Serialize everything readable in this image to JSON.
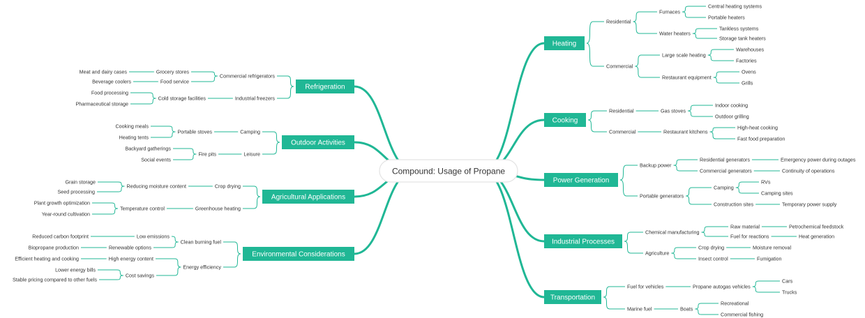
{
  "root": "Compound: Usage of Propane",
  "right": [
    {
      "label": "Heating",
      "children": [
        {
          "label": "Residential",
          "children": [
            {
              "label": "Furnaces",
              "children": [
                {
                  "label": "Central heating systems"
                },
                {
                  "label": "Portable heaters"
                }
              ]
            },
            {
              "label": "Water heaters",
              "children": [
                {
                  "label": "Tankless systems"
                },
                {
                  "label": "Storage tank heaters"
                }
              ]
            }
          ]
        },
        {
          "label": "Commercial",
          "children": [
            {
              "label": "Large scale heating",
              "children": [
                {
                  "label": "Warehouses"
                },
                {
                  "label": "Factories"
                }
              ]
            },
            {
              "label": "Restaurant equipment",
              "children": [
                {
                  "label": "Ovens"
                },
                {
                  "label": "Grills"
                }
              ]
            }
          ]
        }
      ]
    },
    {
      "label": "Cooking",
      "children": [
        {
          "label": "Residential",
          "children": [
            {
              "label": "Gas stoves",
              "children": [
                {
                  "label": "Indoor cooking"
                },
                {
                  "label": "Outdoor grilling"
                }
              ]
            }
          ]
        },
        {
          "label": "Commercial",
          "children": [
            {
              "label": "Restaurant kitchens",
              "children": [
                {
                  "label": "High-heat cooking"
                },
                {
                  "label": "Fast food preparation"
                }
              ]
            }
          ]
        }
      ]
    },
    {
      "label": "Power Generation",
      "children": [
        {
          "label": "Backup power",
          "children": [
            {
              "label": "Residential generators",
              "children": [
                {
                  "label": "Emergency power during outages"
                }
              ]
            },
            {
              "label": "Commercial generators",
              "children": [
                {
                  "label": "Continuity of operations"
                }
              ]
            }
          ]
        },
        {
          "label": "Portable generators",
          "children": [
            {
              "label": "Camping",
              "children": [
                {
                  "label": "RVs"
                },
                {
                  "label": "Camping sites"
                }
              ]
            },
            {
              "label": "Construction sites",
              "children": [
                {
                  "label": "Temporary power supply"
                }
              ]
            }
          ]
        }
      ]
    },
    {
      "label": "Industrial Processes",
      "children": [
        {
          "label": "Chemical manufacturing",
          "children": [
            {
              "label": "Raw material",
              "children": [
                {
                  "label": "Petrochemical feedstock"
                }
              ]
            },
            {
              "label": "Fuel for reactions",
              "children": [
                {
                  "label": "Heat generation"
                }
              ]
            }
          ]
        },
        {
          "label": "Agriculture",
          "children": [
            {
              "label": "Crop drying",
              "children": [
                {
                  "label": "Moisture removal"
                }
              ]
            },
            {
              "label": "Insect control",
              "children": [
                {
                  "label": "Fumigation"
                }
              ]
            }
          ]
        }
      ]
    },
    {
      "label": "Transportation",
      "children": [
        {
          "label": "Fuel for vehicles",
          "children": [
            {
              "label": "Propane autogas vehicles",
              "children": [
                {
                  "label": "Cars"
                },
                {
                  "label": "Trucks"
                }
              ]
            }
          ]
        },
        {
          "label": "Marine fuel",
          "children": [
            {
              "label": "Boats",
              "children": [
                {
                  "label": "Recreational"
                },
                {
                  "label": "Commercial fishing"
                }
              ]
            }
          ]
        }
      ]
    }
  ],
  "left": [
    {
      "label": "Refrigeration",
      "children": [
        {
          "label": "Commercial refrigerators",
          "children": [
            {
              "label": "Grocery stores",
              "children": [
                {
                  "label": "Meat and dairy cases"
                }
              ]
            },
            {
              "label": "Food service",
              "children": [
                {
                  "label": "Beverage coolers"
                }
              ]
            }
          ]
        },
        {
          "label": "Industrial freezers",
          "children": [
            {
              "label": "Cold storage facilities",
              "children": [
                {
                  "label": "Food processing"
                },
                {
                  "label": "Pharmaceutical storage"
                }
              ]
            }
          ]
        }
      ]
    },
    {
      "label": "Outdoor Activities",
      "children": [
        {
          "label": "Camping",
          "children": [
            {
              "label": "Portable stoves",
              "children": [
                {
                  "label": "Cooking meals"
                },
                {
                  "label": "Heating tents"
                }
              ]
            }
          ]
        },
        {
          "label": "Leisure",
          "children": [
            {
              "label": "Fire pits",
              "children": [
                {
                  "label": "Backyard gatherings"
                },
                {
                  "label": "Social events"
                }
              ]
            }
          ]
        }
      ]
    },
    {
      "label": "Agricultural Applications",
      "children": [
        {
          "label": "Crop drying",
          "children": [
            {
              "label": "Reducing moisture content",
              "children": [
                {
                  "label": "Grain storage"
                },
                {
                  "label": "Seed processing"
                }
              ]
            }
          ]
        },
        {
          "label": "Greenhouse heating",
          "children": [
            {
              "label": "Temperature control",
              "children": [
                {
                  "label": "Plant growth optimization"
                },
                {
                  "label": "Year-round cultivation"
                }
              ]
            }
          ]
        }
      ]
    },
    {
      "label": "Environmental Considerations",
      "children": [
        {
          "label": "Clean burning fuel",
          "children": [
            {
              "label": "Low emissions",
              "children": [
                {
                  "label": "Reduced carbon footprint"
                }
              ]
            },
            {
              "label": "Renewable options",
              "children": [
                {
                  "label": "Biopropane production"
                }
              ]
            }
          ]
        },
        {
          "label": "Energy efficiency",
          "children": [
            {
              "label": "High energy content",
              "children": [
                {
                  "label": "Efficient heating and cooking"
                }
              ]
            },
            {
              "label": "Cost savings",
              "children": [
                {
                  "label": "Lower energy bills"
                },
                {
                  "label": "Stable pricing compared to other fuels"
                }
              ]
            }
          ]
        }
      ]
    }
  ]
}
